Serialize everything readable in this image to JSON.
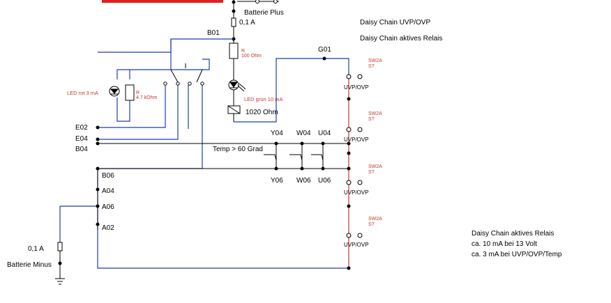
{
  "title_lines": [
    "Daisy Chain UVP/OVP",
    "Daisy Chain aktives Relais"
  ],
  "notes": [
    "Daisy Chain aktives Relais",
    "ca. 10 mA bei 13 Volt",
    "ca. 3 mA bei UVP/OVP/Temp"
  ],
  "battery_plus": "Batterie Plus",
  "battery_minus": "Batterie Minus",
  "fuse_top": "0,1 A",
  "fuse_bottom": "0,1 A",
  "nodes": {
    "b01": "B01",
    "g01": "G01",
    "e02": "E02",
    "e04": "E04",
    "b04": "B04",
    "b06": "B06",
    "a04": "A04",
    "a06": "A06",
    "a02": "A02",
    "y04": "Y04",
    "w04": "W04",
    "u04": "U04",
    "y06": "Y06",
    "w06": "W06",
    "u06": "U06"
  },
  "resistor_r1": {
    "ref": "R",
    "value": "100 Ohm"
  },
  "resistor_r2": {
    "ref": "R",
    "value": "4.7 kOhm"
  },
  "led_red": "LED rot 3  mA",
  "led_green": "LED grün 10  mA",
  "relay": "1020 Ohm",
  "temp_label": "Temp > 60 Grad",
  "switches": [
    {
      "ref": "SW2A",
      "sub": "S?",
      "label": "UVP/OVP"
    },
    {
      "ref": "SW2A",
      "sub": "S?",
      "label": "UVP/OVP"
    },
    {
      "ref": "SW2A",
      "sub": "S?",
      "label": "UVP/OVP"
    },
    {
      "ref": "SW2A",
      "sub": "S?",
      "label": "UVP/OVP"
    }
  ]
}
